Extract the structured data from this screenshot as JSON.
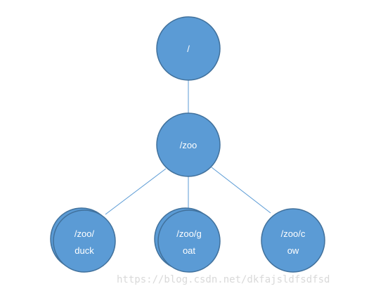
{
  "diagram": {
    "nodes": {
      "root": {
        "label_lines": [
          "/"
        ]
      },
      "zoo": {
        "label_lines": [
          "/zoo"
        ]
      },
      "duck": {
        "label_lines": [
          "/zoo/",
          "duck"
        ]
      },
      "goat": {
        "label_lines": [
          "/zoo/g",
          "oat"
        ]
      },
      "cow": {
        "label_lines": [
          "/zoo/c",
          "ow"
        ]
      }
    },
    "colors": {
      "node_fill": "#5b9bd5",
      "node_stroke": "#41719c",
      "edge": "#5b9bd5",
      "label": "#ffffff"
    }
  },
  "watermark": {
    "text": "https://blog.csdn.net/dkfajsldfsdfsd"
  }
}
